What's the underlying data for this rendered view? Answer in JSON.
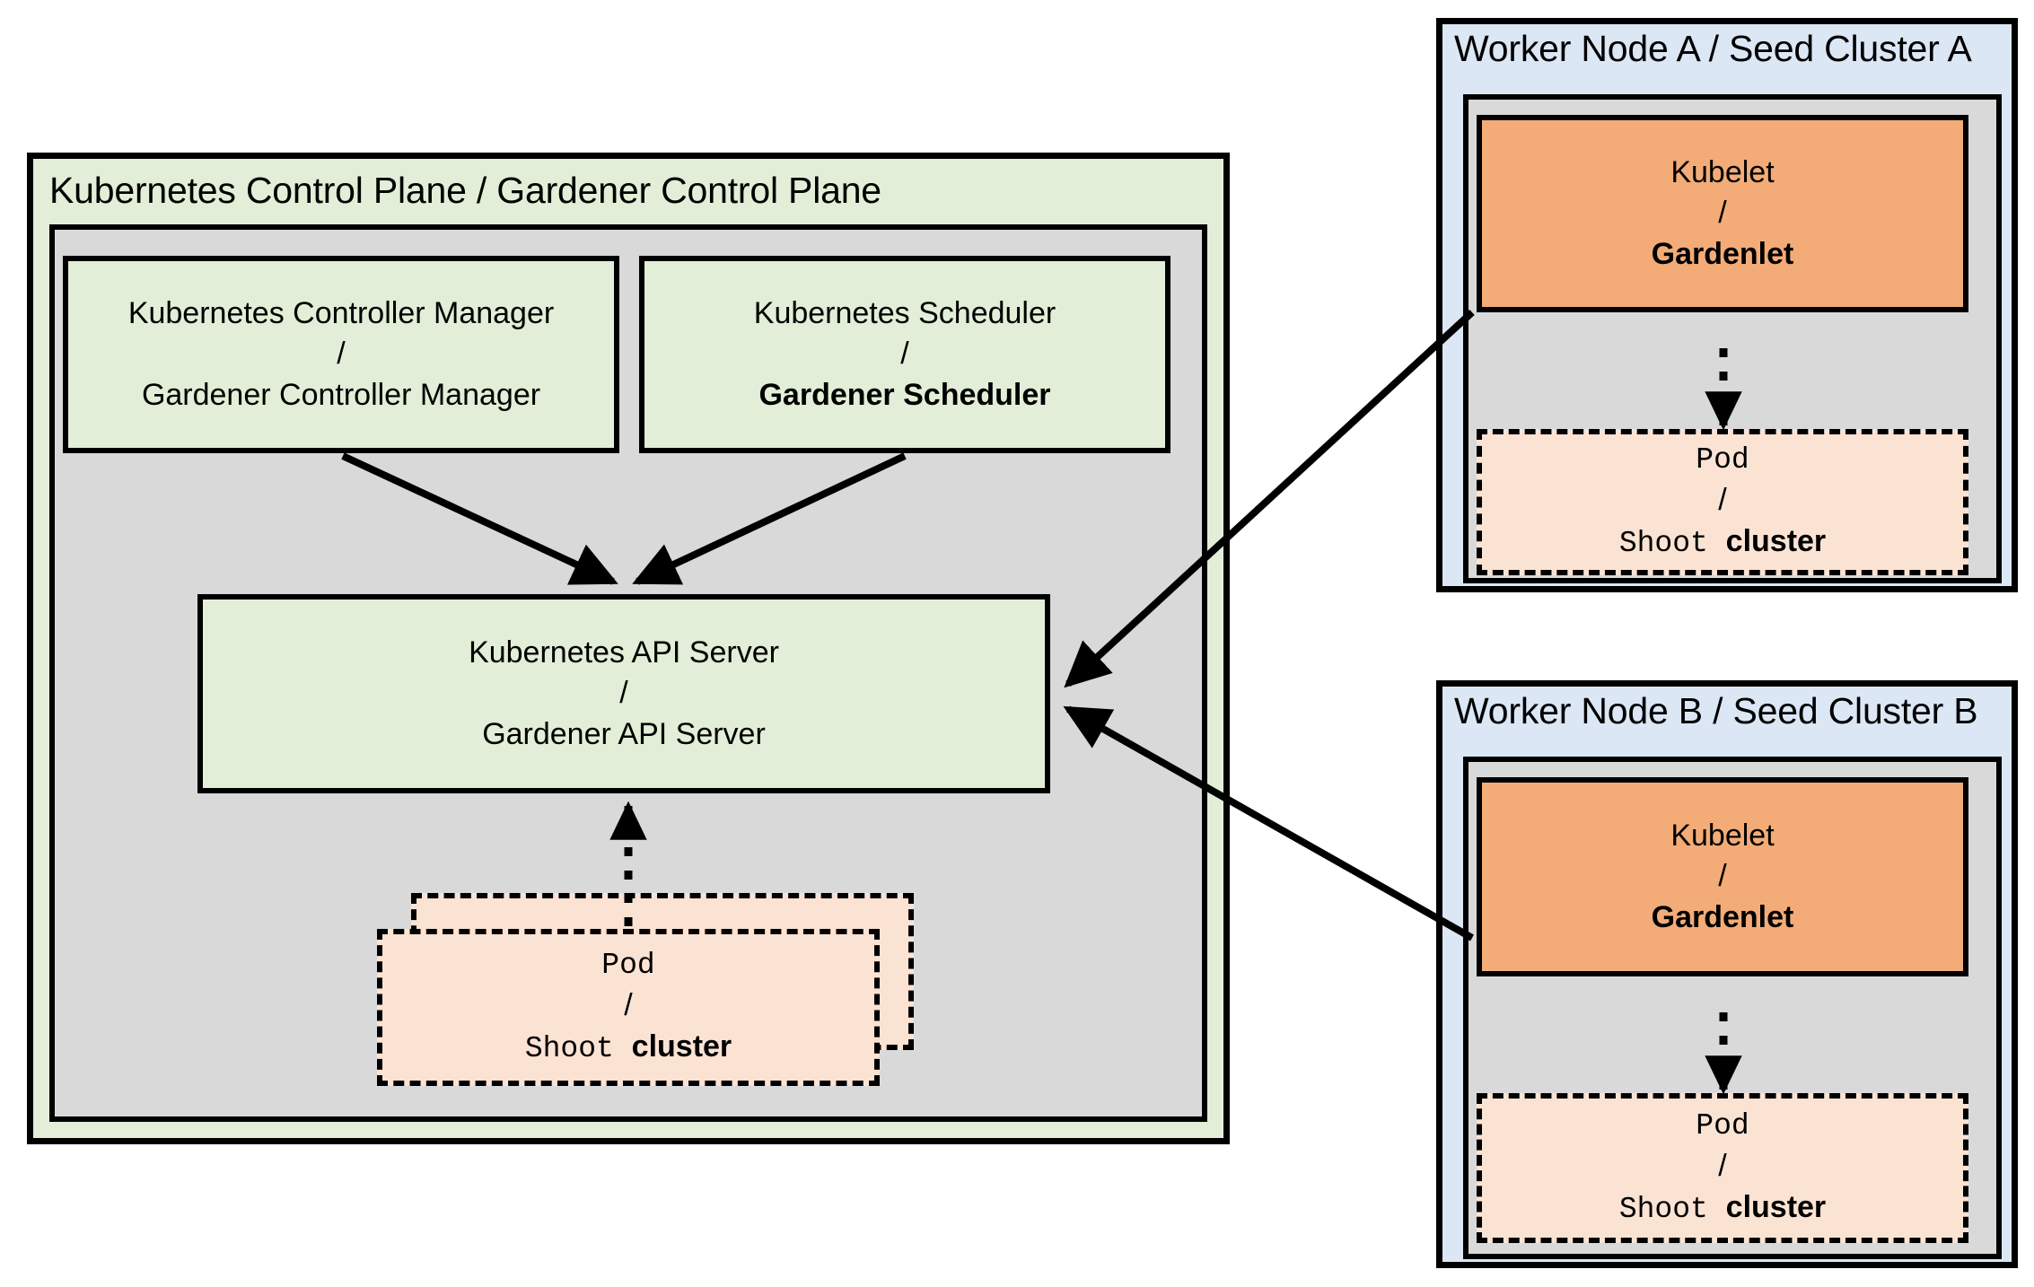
{
  "diagram": {
    "title_hidden": "Gardener architecture: Kubernetes control plane mapped onto Gardener components",
    "colors": {
      "green_fill": "#e2eed7",
      "gray_fill": "#d9d9d9",
      "blue_fill": "#dce7f5",
      "orange_fill": "#f3ac77",
      "pod_fill": "#fbe3d4",
      "stroke": "#000000",
      "background": "#ffffff"
    }
  },
  "control_plane": {
    "title": "Kubernetes Control Plane / Gardener Control Plane",
    "components": [
      {
        "id": "controller-manager",
        "line1": "Kubernetes Controller Manager",
        "separator": "/",
        "line2": "Gardener Controller Manager",
        "line2_bold": false
      },
      {
        "id": "scheduler",
        "line1": "Kubernetes Scheduler",
        "separator": "/",
        "line2": "Gardener Scheduler",
        "line2_bold": true
      },
      {
        "id": "api-server",
        "line1": "Kubernetes API Server",
        "separator": "/",
        "line2": "Gardener API Server",
        "line2_bold": false
      }
    ],
    "pod": {
      "id": "control-plane-pod",
      "line1": "Pod",
      "separator": "/",
      "line2_mono": "Shoot ",
      "line2_bold": "cluster"
    }
  },
  "seed_clusters": [
    {
      "id": "worker-node-a",
      "title": "Worker Node A / Seed Cluster A",
      "kubelet": {
        "line1": "Kubelet",
        "separator": "/",
        "line2": "Gardenlet",
        "line2_bold": true
      },
      "pod": {
        "line1": "Pod",
        "separator": "/",
        "line2_mono": "Shoot ",
        "line2_bold": "cluster"
      }
    },
    {
      "id": "worker-node-b",
      "title": "Worker Node B / Seed Cluster B",
      "kubelet": {
        "line1": "Kubelet",
        "separator": "/",
        "line2": "Gardenlet",
        "line2_bold": true
      },
      "pod": {
        "line1": "Pod",
        "separator": "/",
        "line2_mono": "Shoot ",
        "line2_bold": "cluster"
      }
    }
  ],
  "connections": [
    {
      "id": "cm-to-api",
      "from": "controller-manager",
      "to": "api-server",
      "style": "solid",
      "arrow": "end"
    },
    {
      "id": "sched-to-api",
      "from": "scheduler",
      "to": "api-server",
      "style": "solid",
      "arrow": "end"
    },
    {
      "id": "pod-to-api",
      "from": "control-plane-pod",
      "to": "api-server",
      "style": "dotted",
      "arrow": "end"
    },
    {
      "id": "gardenlet-a-to-api",
      "from": "worker-node-a-kubelet",
      "to": "api-server",
      "style": "solid",
      "arrow": "end"
    },
    {
      "id": "gardenlet-b-to-api",
      "from": "worker-node-b-kubelet",
      "to": "api-server",
      "style": "solid",
      "arrow": "end"
    },
    {
      "id": "gardenlet-a-to-pod",
      "from": "worker-node-a-kubelet",
      "to": "worker-node-a-pod",
      "style": "dotted",
      "arrow": "end"
    },
    {
      "id": "gardenlet-b-to-pod",
      "from": "worker-node-b-kubelet",
      "to": "worker-node-b-pod",
      "style": "dotted",
      "arrow": "end"
    }
  ]
}
